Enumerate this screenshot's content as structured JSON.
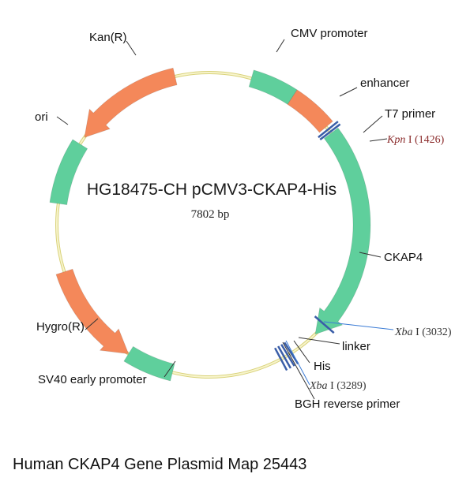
{
  "plasmid": {
    "name": "HG18475-CH pCMV3-CKAP4-His",
    "size": "7802 bp"
  },
  "caption": "Human CKAP4 Gene Plasmid Map 25443",
  "colors": {
    "backbone": "#f3efb8",
    "backbone_edge": "#d9d27a",
    "promoter_green": "#5fcf9c",
    "resistance_orange": "#f4885a",
    "site_blue": "#3a5ea8"
  },
  "features": [
    {
      "id": "cmv",
      "label": "CMV promoter"
    },
    {
      "id": "enhancer",
      "label": "enhancer"
    },
    {
      "id": "t7",
      "label": "T7 primer"
    },
    {
      "id": "ckap4",
      "label": "CKAP4"
    },
    {
      "id": "linker",
      "label": "linker"
    },
    {
      "id": "his",
      "label": "His"
    },
    {
      "id": "bgh",
      "label": "BGH reverse primer"
    },
    {
      "id": "sv40",
      "label": "SV40 early promoter"
    },
    {
      "id": "hygro",
      "label": "Hygro(R)"
    },
    {
      "id": "ori",
      "label": "ori"
    },
    {
      "id": "kan",
      "label": "Kan(R)"
    }
  ],
  "sites": [
    {
      "id": "kpn",
      "enzyme": "Kpn",
      "suffix": " I (1426)"
    },
    {
      "id": "xba1",
      "enzyme": "Xba",
      "suffix": " I (3032)"
    },
    {
      "id": "xba2",
      "enzyme": "Xba",
      "suffix": " I (3289)"
    }
  ]
}
